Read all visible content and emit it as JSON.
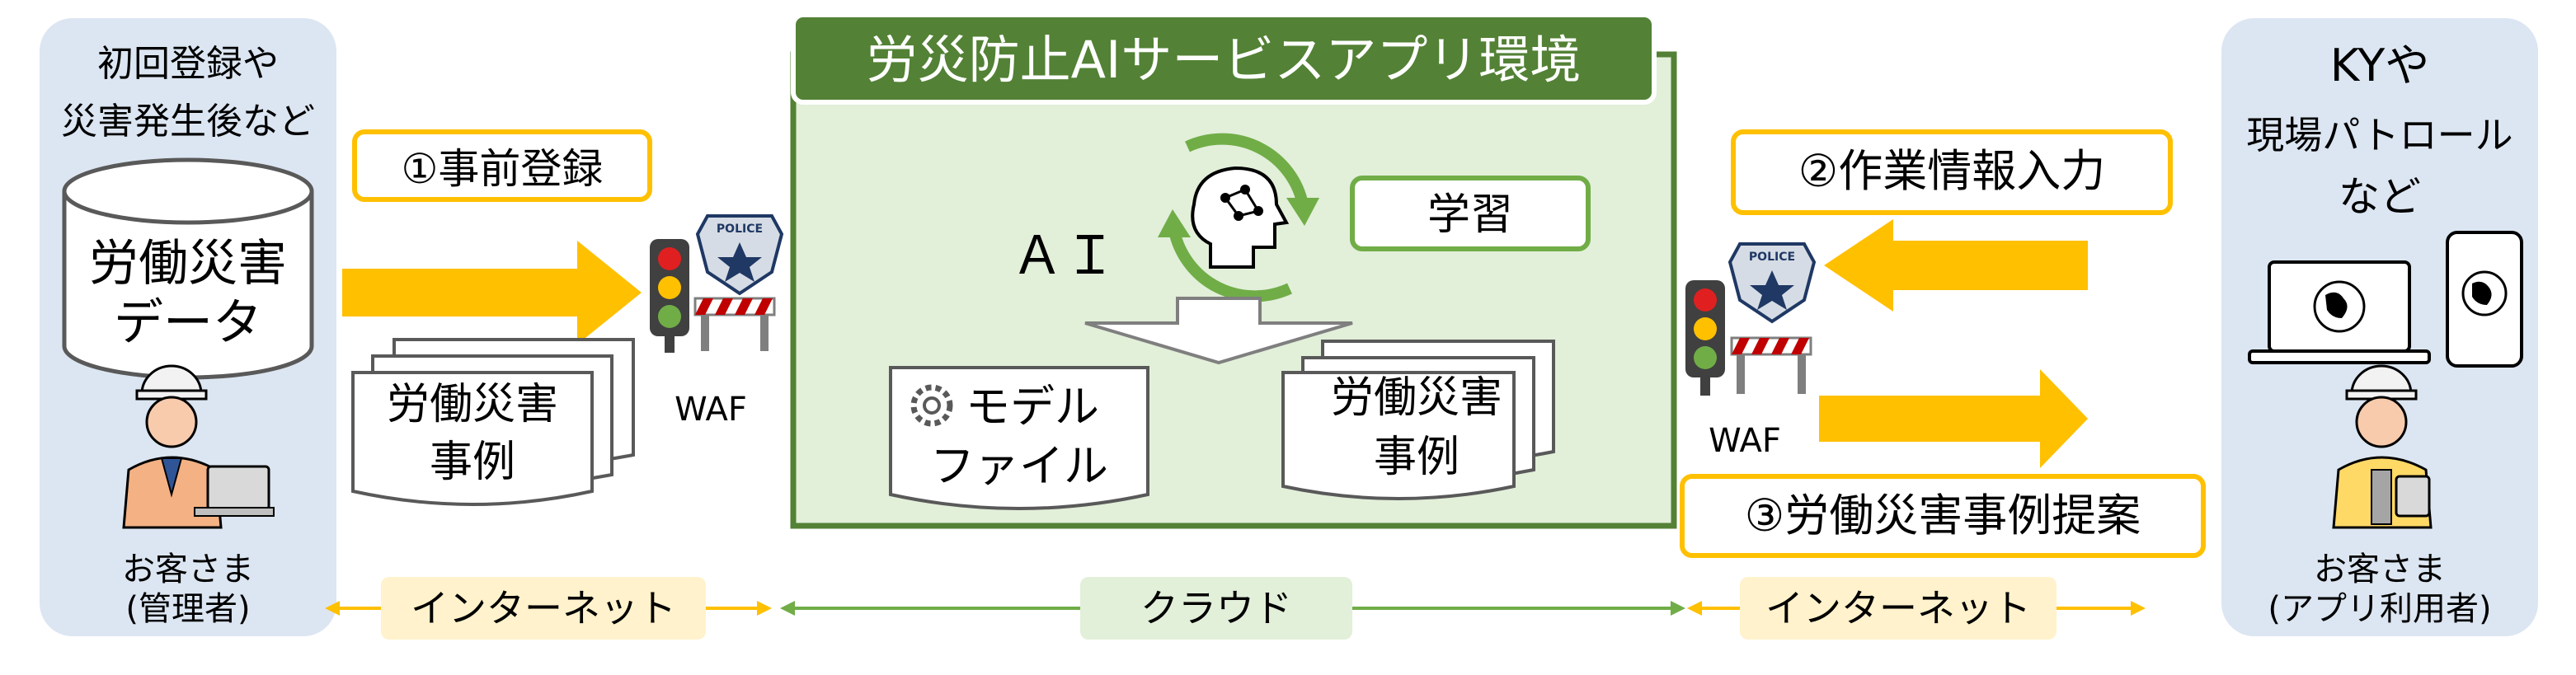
{
  "left_panel": {
    "caption_line1": "初回登録や",
    "caption_line2": "災害発生後など",
    "db_line1": "労働災害",
    "db_line2": "データ",
    "person_line1": "お客さま",
    "person_line2": "(管理者)"
  },
  "left_flow": {
    "step_label": "①事前登録",
    "waf_label": "WAF",
    "doc_line1": "労働災害",
    "doc_line2": "事例"
  },
  "cloud_env": {
    "title": "労災防止AIサービスアプリ環境",
    "ai_label": "ＡＩ",
    "learn_label": "学習",
    "model_line1": "モデル",
    "model_line2": "ファイル",
    "doc_line1": "労働災害",
    "doc_line2": "事例"
  },
  "right_flow": {
    "step2_label": "②作業情報入力",
    "step3_label": "③労働災害事例提案",
    "waf_label": "WAF"
  },
  "right_panel": {
    "caption_line1": "KYや",
    "caption_line2": "現場パトロール",
    "caption_line3": "など",
    "person_line1": "お客さま",
    "person_line2": "(アプリ利用者)"
  },
  "network": {
    "left_label": "インターネット",
    "center_label": "クラウド",
    "right_label": "インターネット"
  },
  "badge_text": "POLICE",
  "colors": {
    "panel_bg": "#dce6f2",
    "orange": "#ffc000",
    "green_dark": "#538135",
    "green_mid": "#70ad47",
    "green_bg": "#e2efd9",
    "net_left_fill": "#fff2cc",
    "net_center_fill": "#e2efd9"
  }
}
